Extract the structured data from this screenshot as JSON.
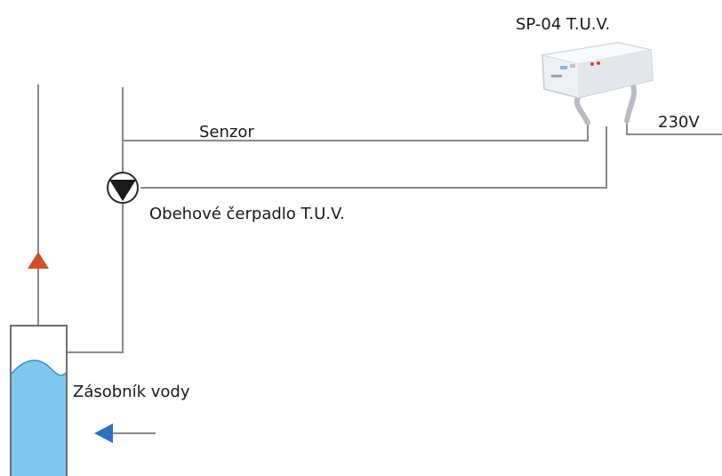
{
  "labels": {
    "device": "SP-04 T.U.V.",
    "sensor": "Senzor",
    "power": "230V",
    "pump": "Obehové čerpadlo T.U.V.",
    "tank": "Zásobník vody"
  },
  "colors": {
    "pipe": "#8a8a8a",
    "hot_arrow": "#d1502a",
    "cold_arrow": "#2e6fc4",
    "water": "#7ec8ef",
    "tank_outline": "#6f6f6f"
  },
  "icons": {
    "pump": "pump-icon",
    "hot_flow": "arrow-up-icon",
    "cold_flow": "arrow-left-icon",
    "controller": "controller-device-icon"
  }
}
